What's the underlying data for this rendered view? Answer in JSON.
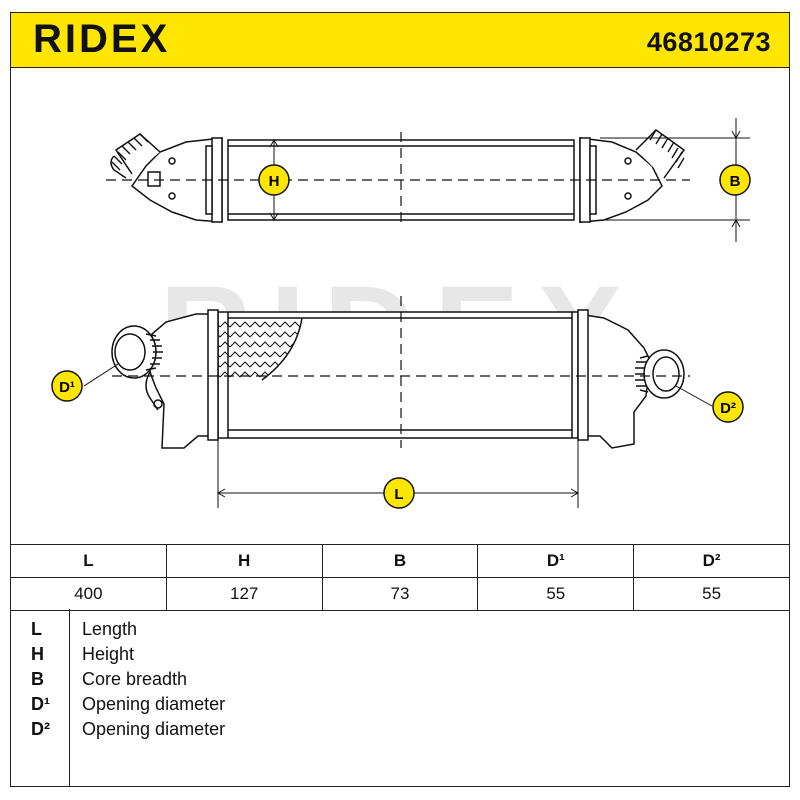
{
  "header": {
    "brand": "RIDEX",
    "part_number": "46810273"
  },
  "watermark": "RIDEX",
  "drawing": {
    "labels": {
      "height": "H",
      "breadth": "B",
      "length": "L",
      "diameter_1": "D¹",
      "diameter_2": "D²"
    }
  },
  "dimensions_table": {
    "headers": [
      "L",
      "H",
      "B",
      "D¹",
      "D²"
    ],
    "values": [
      "400",
      "127",
      "73",
      "55",
      "55"
    ]
  },
  "legend": [
    {
      "key": "L",
      "label": "Length"
    },
    {
      "key": "H",
      "label": "Height"
    },
    {
      "key": "B",
      "label": "Core breadth"
    },
    {
      "key": "D¹",
      "label": "Opening diameter"
    },
    {
      "key": "D²",
      "label": "Opening diameter"
    }
  ],
  "colors": {
    "brand_yellow": "#ffe600",
    "badge_yellow": "#ffe600",
    "line": "#111111",
    "watermark": "#e6e6e6"
  }
}
